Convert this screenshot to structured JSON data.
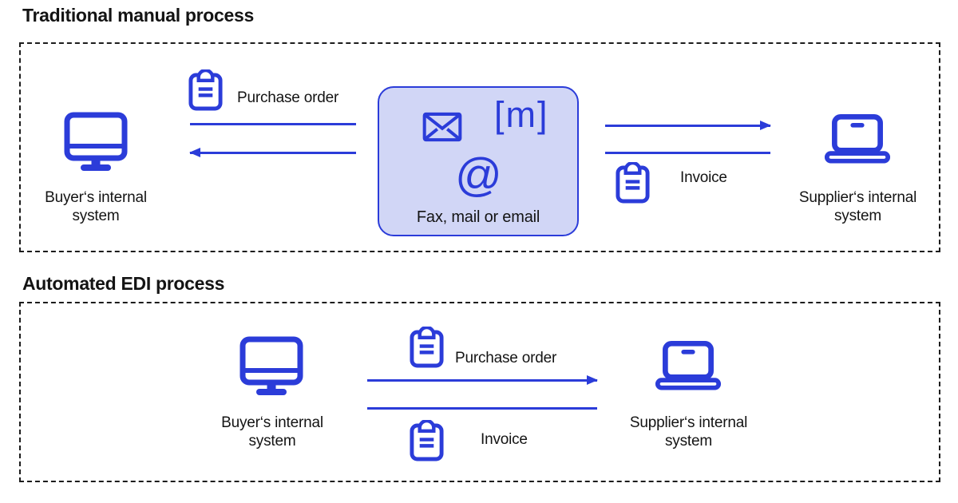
{
  "colors": {
    "accent": "#2b3cd9",
    "channel_fill": "#d1d6f6",
    "dashed_border": "#1c1c1c",
    "text": "#141414"
  },
  "icons": {
    "buyer": "desktop-monitor-icon",
    "supplier": "laptop-icon",
    "document": "clipboard-icon",
    "mail": "envelope-icon"
  },
  "traditional": {
    "title": "Traditional manual process",
    "buyer_label": "Buyer‘s internal\nsystem",
    "supplier_label": "Supplier‘s internal\nsystem",
    "purchase_order_label": "Purchase order",
    "invoice_label": "Invoice",
    "channel_label": "Fax, mail or email",
    "m_glyph": "[m]",
    "at_glyph": "@"
  },
  "automated": {
    "title": "Automated EDI process",
    "buyer_label": "Buyer‘s internal\nsystem",
    "supplier_label": "Supplier‘s internal\nsystem",
    "purchase_order_label": "Purchase order",
    "invoice_label": "Invoice"
  }
}
